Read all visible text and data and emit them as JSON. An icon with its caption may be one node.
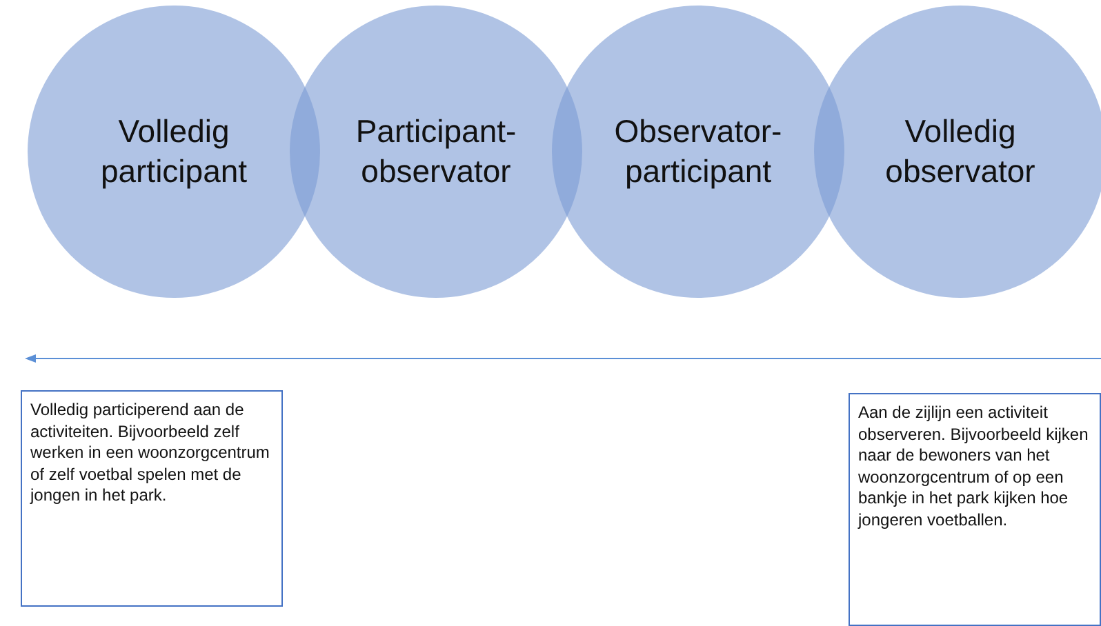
{
  "diagram": {
    "nodes": [
      {
        "text": [
          "Volledig participant"
        ]
      },
      {
        "text": [
          "Participant-observator"
        ]
      },
      {
        "text": [
          "Observator-participant"
        ]
      },
      {
        "text": [
          "Volledig observator"
        ]
      },
      {
        "text": [
          "Volledig participerend aan de activiteiten. Bijvoorbeeld zelf werken in een woonzorgcentrum of zelf voetbal spelen met de jongen in het park."
        ]
      },
      {
        "text": [
          "Aan de zijlijn een activiteit observeren. Bijvoorbeeld kijken naar de bewoners van het woonzorgcentrum of op een bankje in het park kijken hoe jongeren voetballen."
        ]
      }
    ]
  }
}
